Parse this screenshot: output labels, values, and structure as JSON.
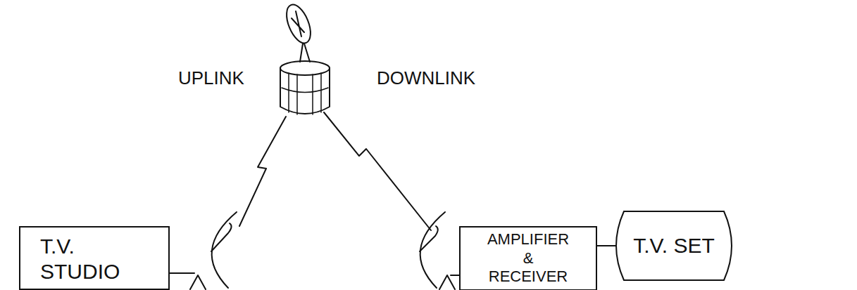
{
  "diagram": {
    "nodes": [
      {
        "text": [
          "T.V. STUDIO"
        ]
      },
      {
        "text": [
          "AMPLIFIER & RECEIVER"
        ]
      },
      {
        "text": [
          "T.V. SET"
        ]
      }
    ],
    "edges": [
      {
        "from": 1,
        "to": 2,
        "arrow": "none"
      }
    ],
    "labels": [
      "UPLINK",
      "DOWNLINK"
    ]
  }
}
